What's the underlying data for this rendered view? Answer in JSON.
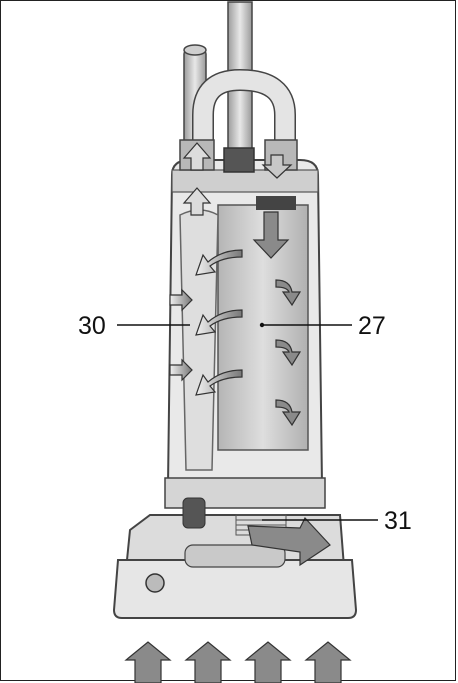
{
  "callouts": {
    "label_30": "30",
    "label_27": "27",
    "label_31": "31"
  },
  "colors": {
    "device_fill": "#dcdcdc",
    "device_stroke": "#444444",
    "arrow_fill": "#8a8a8a",
    "bag_fill": "#c8c8c8",
    "line": "#111111"
  }
}
